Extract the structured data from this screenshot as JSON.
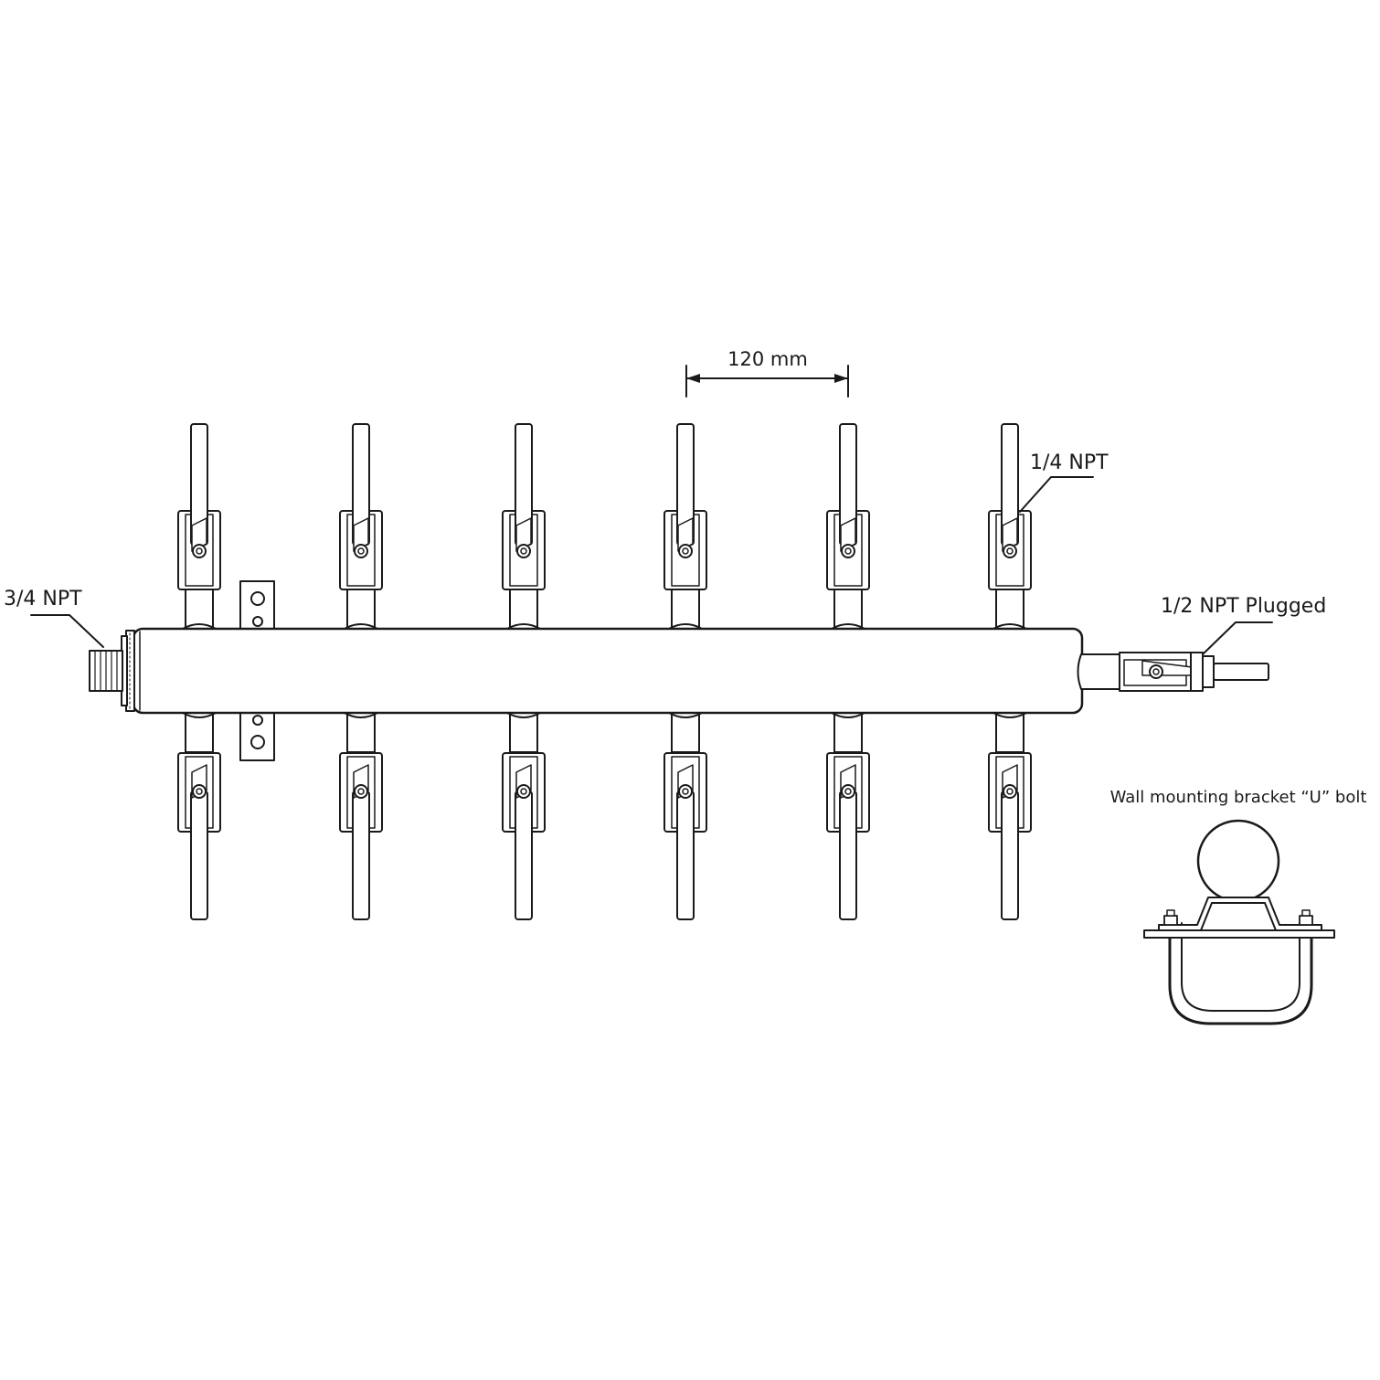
{
  "labels": {
    "inlet": "3/4 NPT",
    "outlet_port": "1/4 NPT",
    "end_plug": "1/2 NPT Plugged",
    "spacing": "120 mm",
    "bracket": "Wall mounting bracket “U” bolt"
  },
  "manifold": {
    "valves_per_side": 6,
    "sides": [
      "top",
      "bottom"
    ]
  },
  "colors": {
    "ink": "#1a1a1a",
    "background": "#ffffff"
  }
}
